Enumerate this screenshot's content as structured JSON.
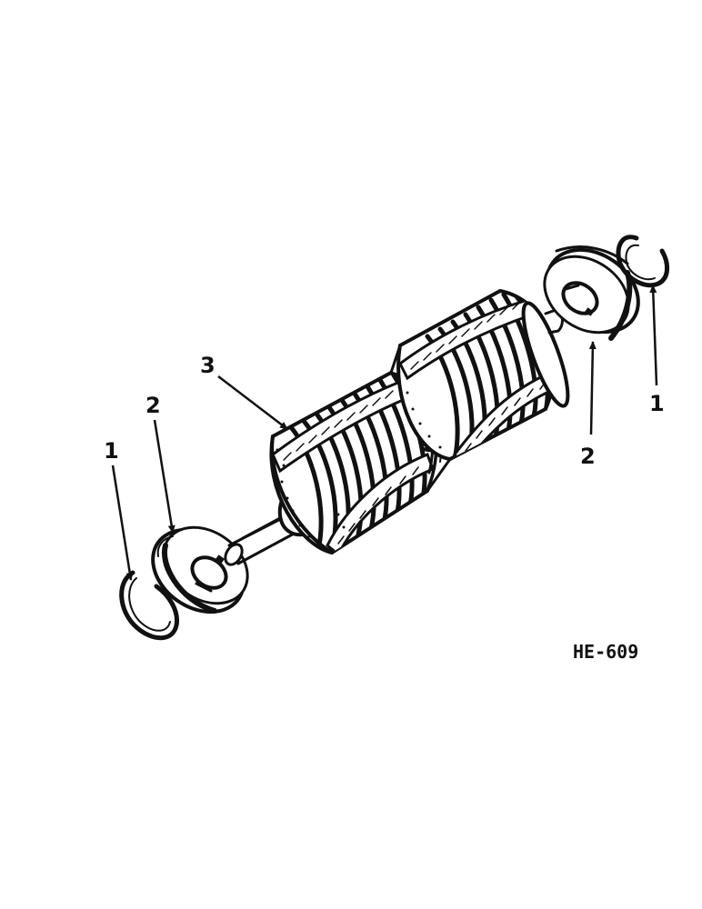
{
  "callouts": {
    "snap_ring_left": "1",
    "retainer_left": "2",
    "rotor": "3",
    "retainer_right": "2",
    "snap_ring_right": "1"
  },
  "figure_ref": "HE-609",
  "colors": {
    "ink": "#111111",
    "paper": "#ffffff"
  }
}
